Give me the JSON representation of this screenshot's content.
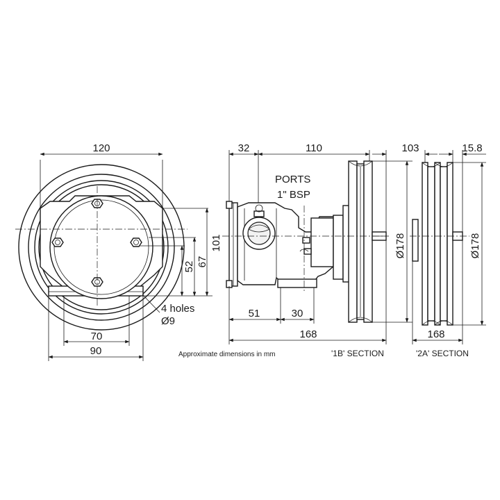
{
  "dimensions": {
    "front_width": "120",
    "inlet_offset": "32",
    "body_length": "110",
    "pulley_1b_width": "103",
    "pulley_2a_width": "15.8",
    "pulley_1b_dia": "Ø178",
    "pulley_2a_dia": "Ø178",
    "height_101": "101",
    "height_67": "67",
    "height_52": "52",
    "foot_51": "51",
    "foot_30": "30",
    "base_70": "70",
    "base_90": "90",
    "overall_168_1b": "168",
    "overall_168_2a": "168"
  },
  "labels": {
    "ports_title": "PORTS",
    "ports_size": "1\" BSP",
    "holes_count": "4 holes",
    "holes_dia": "Ø9",
    "note": "Approximate dimensions in mm",
    "section_1b": "'1B' SECTION",
    "section_2a": "'2A' SECTION"
  }
}
